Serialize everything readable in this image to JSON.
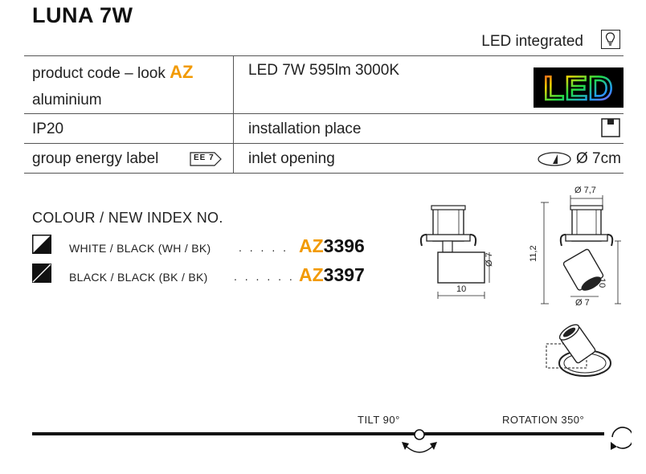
{
  "title": "LUNA 7W",
  "led_integrated": "LED integrated",
  "spec": {
    "product_code_label": "product code – look",
    "product_code_prefix": "AZ",
    "material": "aluminium",
    "source": "LED 7W 595lm 3000K",
    "ip": "IP20",
    "installation_place": "installation place",
    "energy_label": "group energy label",
    "energy_badge": "EE 7",
    "inlet_opening": "inlet opening",
    "inlet_value": "Ø 7cm"
  },
  "led_logo_text": "LED",
  "colour_heading": "COLOUR / NEW INDEX NO.",
  "variants": [
    {
      "name": "WHITE / BLACK (WH / BK)",
      "dots": ". . . . .",
      "prefix": "AZ",
      "number": "3396"
    },
    {
      "name": "BLACK / BLACK (BK / BK)",
      "dots": ". . . . . .",
      "prefix": "AZ",
      "number": "3397"
    }
  ],
  "dimensions": {
    "top_diameter": "Ø 7,7",
    "height_total": "11,2",
    "side_width": "10",
    "side_diameter": "Ø 7",
    "front_height": "10",
    "front_diameter": "Ø 7"
  },
  "motion": {
    "tilt": "TILT 90°",
    "rotation": "ROTATION 350°"
  },
  "colors": {
    "accent": "#f29a00",
    "text": "#222222",
    "line": "#555555"
  },
  "icons": [
    "bulb-icon",
    "led-logo",
    "installation-place-icon",
    "energy-label-icon",
    "inlet-opening-icon",
    "white-black-swatch",
    "black-black-swatch",
    "tilt-arrow-icon",
    "rotation-arrow-icon"
  ]
}
